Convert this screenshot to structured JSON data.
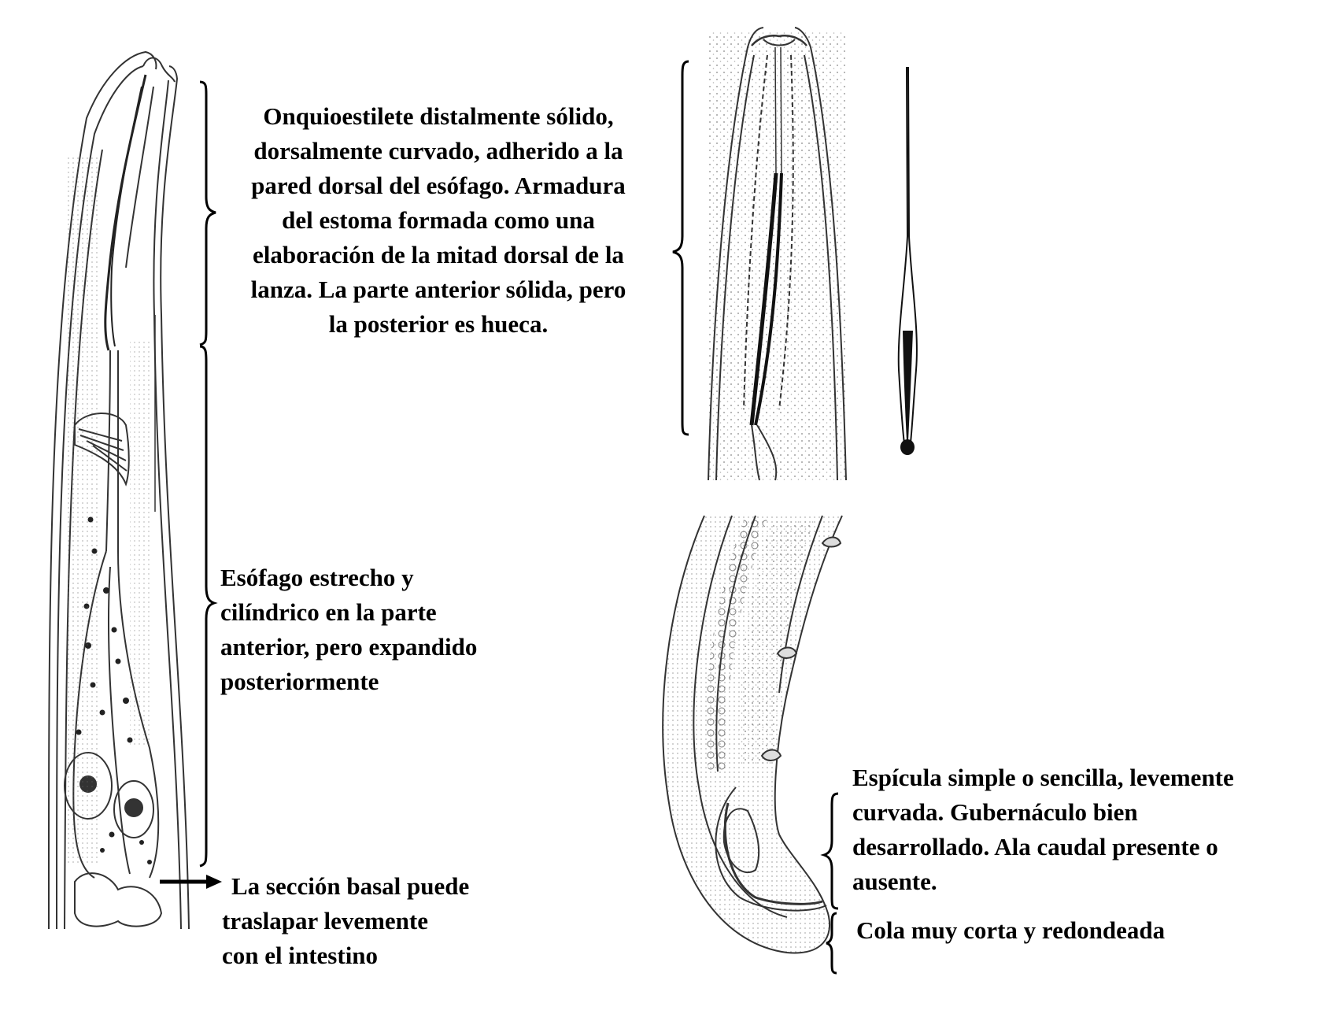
{
  "labels": {
    "stylet": {
      "lines": [
        "Onquioestilete distalmente sólido,",
        "dorsalmente curvado, adherido a la",
        "pared dorsal del esófago. Armadura",
        "del estoma formada como una",
        "elaboración de la mitad dorsal de la",
        "lanza. La parte anterior sólida, pero",
        "la posterior es hueca."
      ]
    },
    "esophagus": {
      "lines": [
        "Esófago estrecho y",
        "cilíndrico en la parte",
        "anterior, pero expandido",
        "posteriormente"
      ]
    },
    "basal": {
      "line1": "La sección basal puede",
      "line2_left": "traslapar",
      "line2_right": "levemente",
      "line3": "con el intestino"
    },
    "spicule": {
      "lines": [
        "Espícula simple o sencilla, levemente",
        "curvada. Gubernáculo bien",
        "desarrollado. Ala caudal presente o",
        "ausente."
      ]
    },
    "tail": {
      "text": "Cola muy corta y redondeada"
    }
  },
  "colors": {
    "ink": "#000000",
    "paper": "#ffffff",
    "line": "#333333"
  }
}
